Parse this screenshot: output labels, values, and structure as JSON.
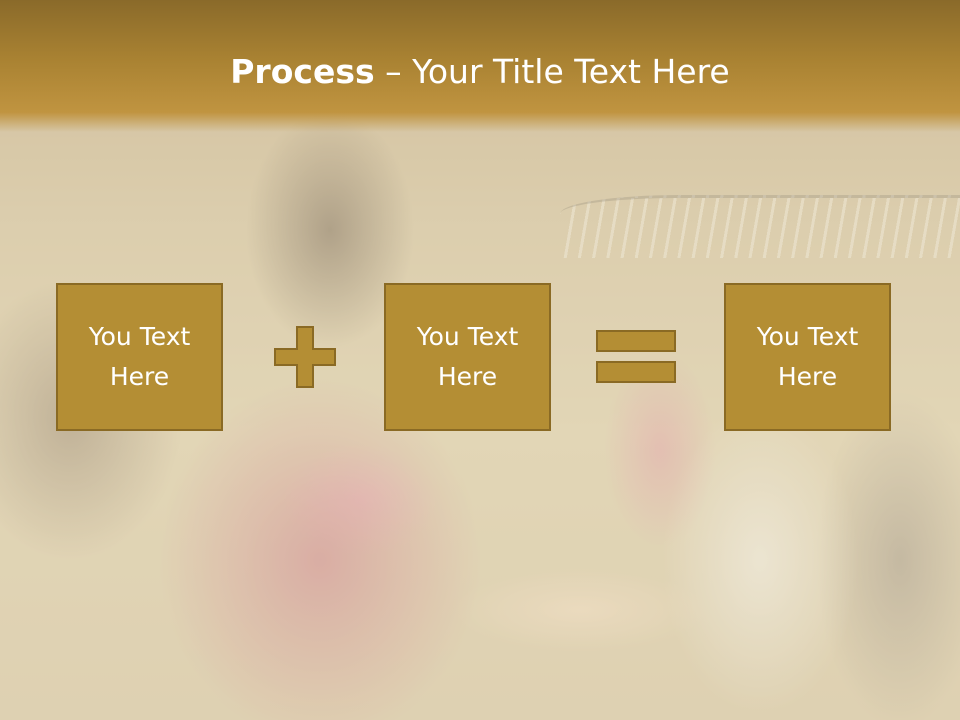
{
  "slide": {
    "title_bold": "Process",
    "title_rest": " – Your Title Text Here",
    "boxes": [
      {
        "text": "You Text\nHere"
      },
      {
        "text": "You Text\nHere"
      },
      {
        "text": "You Text\nHere"
      }
    ],
    "operators": [
      "plus-icon",
      "equals-icon"
    ],
    "colors": {
      "title_band": "#a98232",
      "box_fill": "#b48e34",
      "box_border": "#8a6a24",
      "operator_fill": "#b48e34",
      "text": "#ffffff"
    }
  }
}
